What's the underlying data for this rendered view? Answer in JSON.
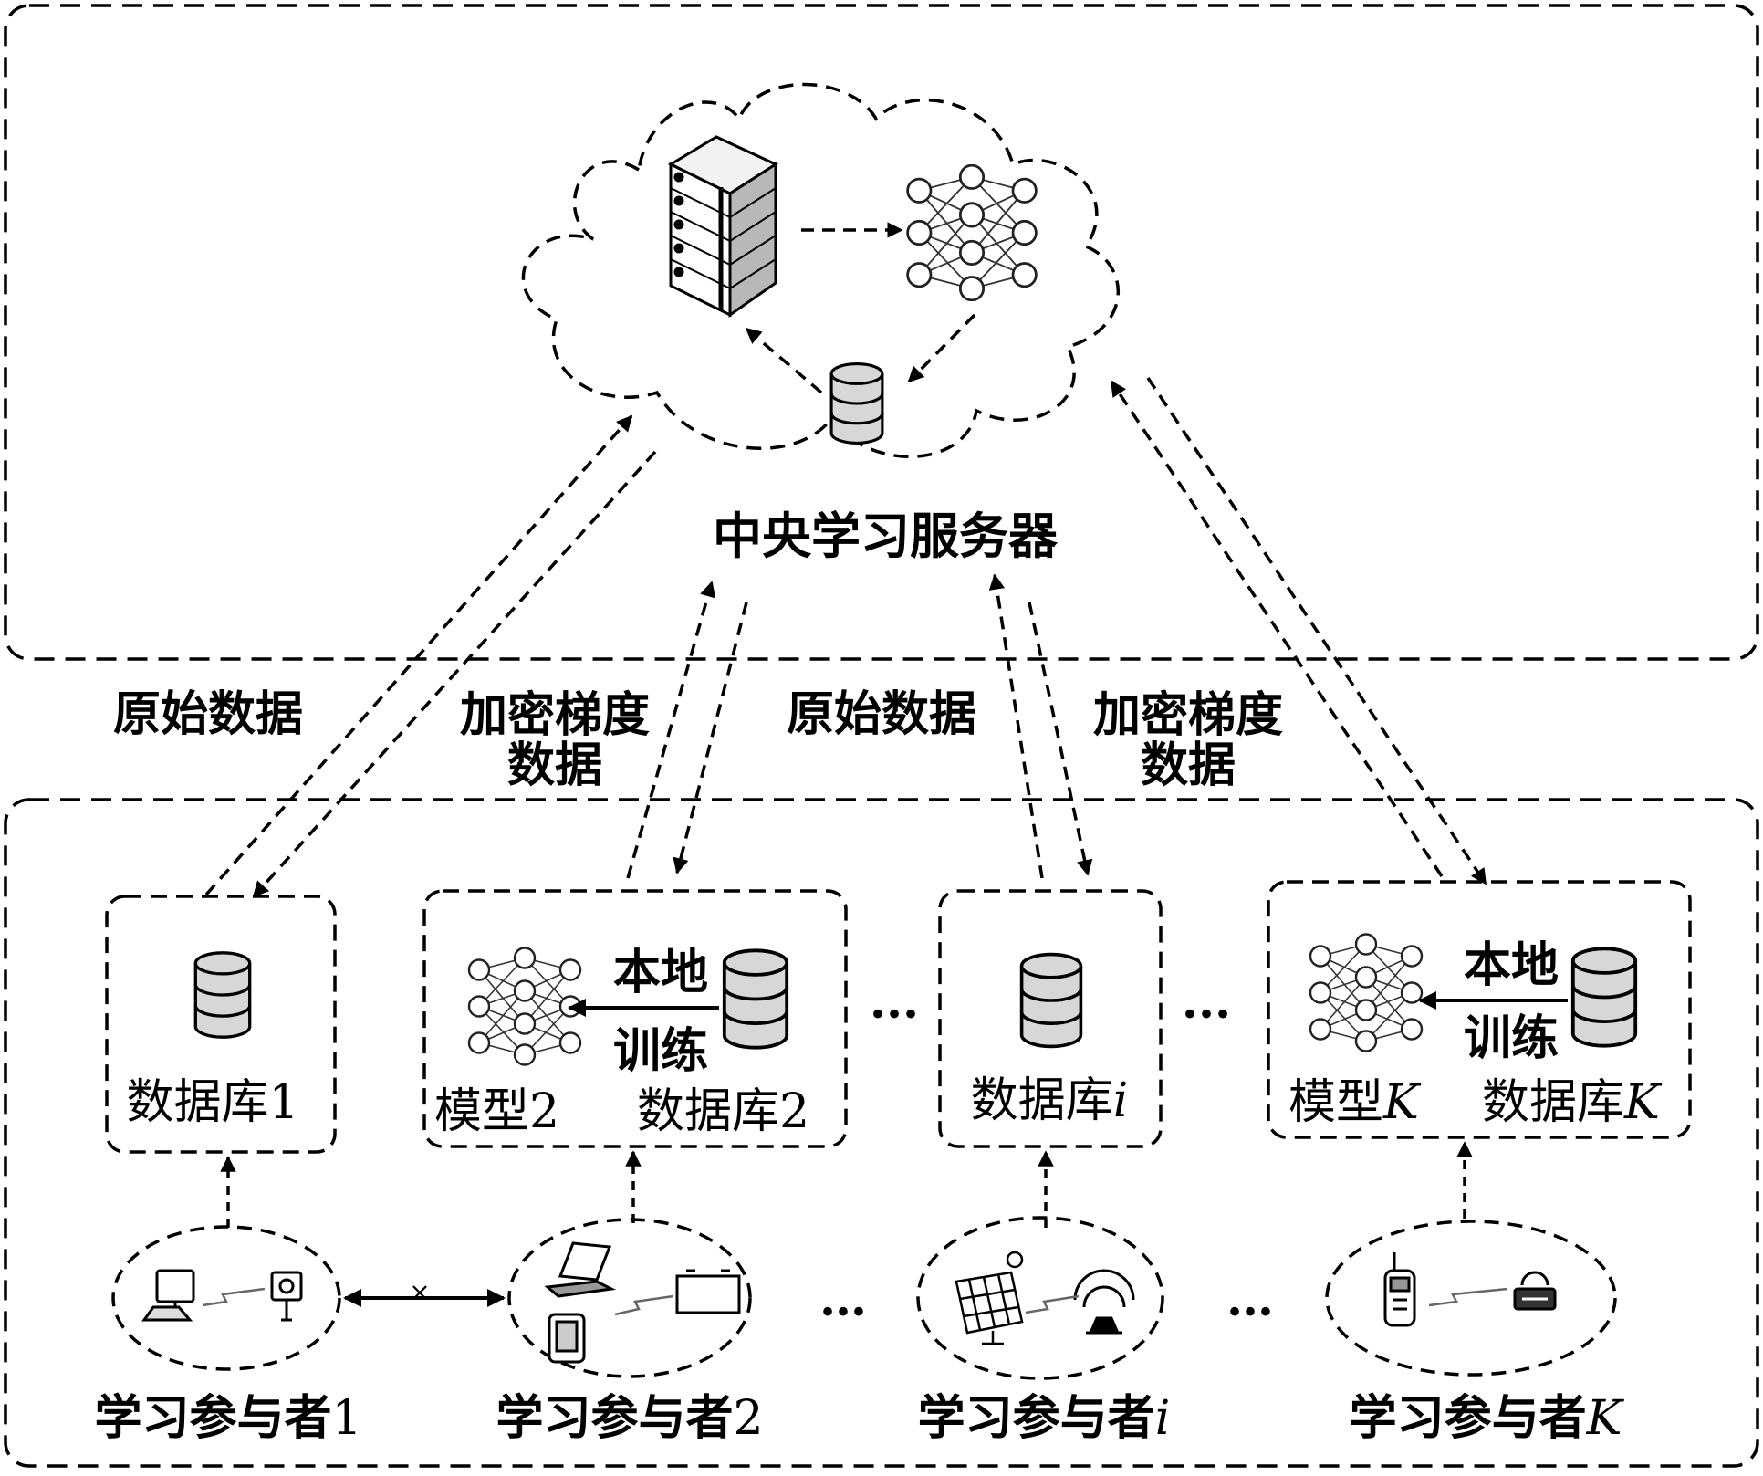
{
  "server": {
    "label": "中央学习服务器"
  },
  "links": {
    "raw_data": "原始数据",
    "encrypted_gradient": "加密梯度",
    "data": "数据"
  },
  "nodes": [
    {
      "db_prefix": "数据库",
      "db_index": "1"
    },
    {
      "model_prefix": "模型",
      "model_index": "2",
      "db_prefix": "数据库",
      "db_index": "2",
      "train_line1": "本地",
      "train_line2": "训练"
    },
    {
      "db_prefix": "数据库",
      "db_index": "i"
    },
    {
      "model_prefix": "模型",
      "model_index": "K",
      "db_prefix": "数据库",
      "db_index": "K",
      "train_line1": "本地",
      "train_line2": "训练"
    }
  ],
  "participants": [
    {
      "prefix": "学习参与者",
      "index": "1"
    },
    {
      "prefix": "学习参与者",
      "index": "2"
    },
    {
      "prefix": "学习参与者",
      "index": "i"
    },
    {
      "prefix": "学习参与者",
      "index": "K"
    }
  ],
  "ellipsis": "…",
  "ellipsis_db": "···",
  "no_share_mark": "×",
  "icons": [
    "server-rack-icon",
    "neural-network-icon",
    "database-icon",
    "desktop-computer-icon",
    "power-socket-icon",
    "laptop-icon",
    "battery-icon",
    "mobile-phone-icon",
    "solar-panel-icon",
    "wifi-tower-icon",
    "handheld-radio-icon",
    "router-icon",
    "wireless-link-icon"
  ]
}
